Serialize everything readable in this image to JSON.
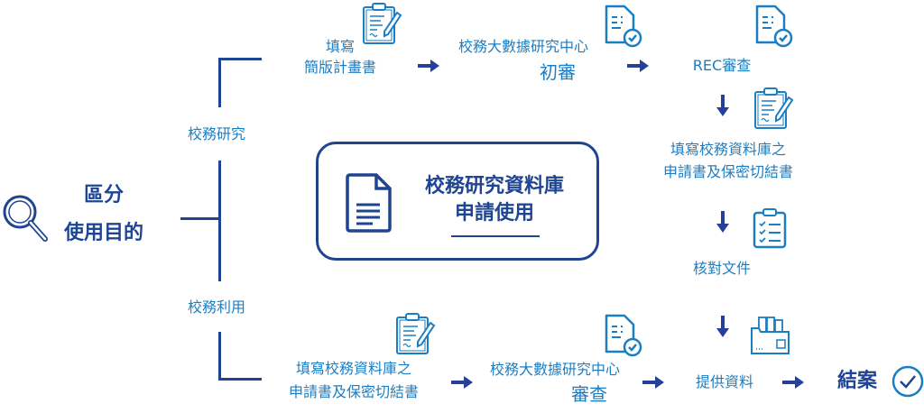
{
  "purpose": {
    "line1": "區分",
    "line2": "使用目的",
    "icon": "magnifier-icon"
  },
  "branches": {
    "research": "校務研究",
    "utilization": "校務利用"
  },
  "center": {
    "title_line1": "校務研究資料庫",
    "title_line2": "申請使用",
    "icon": "document-icon"
  },
  "research_flow": {
    "step1": {
      "line1": "填寫",
      "line2": "簡版計畫書",
      "icon": "clipboard-pen-icon"
    },
    "step2": {
      "line1": "校務大數據研究中心",
      "line2": "初審",
      "icon": "document-check-icon"
    },
    "step3": {
      "label": "REC審查",
      "icon": "document-check-icon"
    },
    "step4": {
      "line1": "填寫校務資料庫之",
      "line2": "申請書及保密切結書",
      "icon": "clipboard-pen-icon"
    },
    "step5": {
      "label": "核對文件",
      "icon": "checklist-icon"
    }
  },
  "utilization_flow": {
    "step1": {
      "line1": "填寫校務資料庫之",
      "line2": "申請書及保密切結書",
      "icon": "clipboard-pen-icon"
    },
    "step2": {
      "line1": "校務大數據研究中心",
      "line2": "審查",
      "icon": "document-check-icon"
    },
    "step3": {
      "label": "提供資料",
      "icon": "folder-files-icon"
    },
    "end": {
      "label": "結案",
      "icon": "check-circle-icon"
    }
  },
  "colors": {
    "light_blue": "#1b7ec2",
    "navy": "#1f4592",
    "arrow": "#24409a"
  }
}
